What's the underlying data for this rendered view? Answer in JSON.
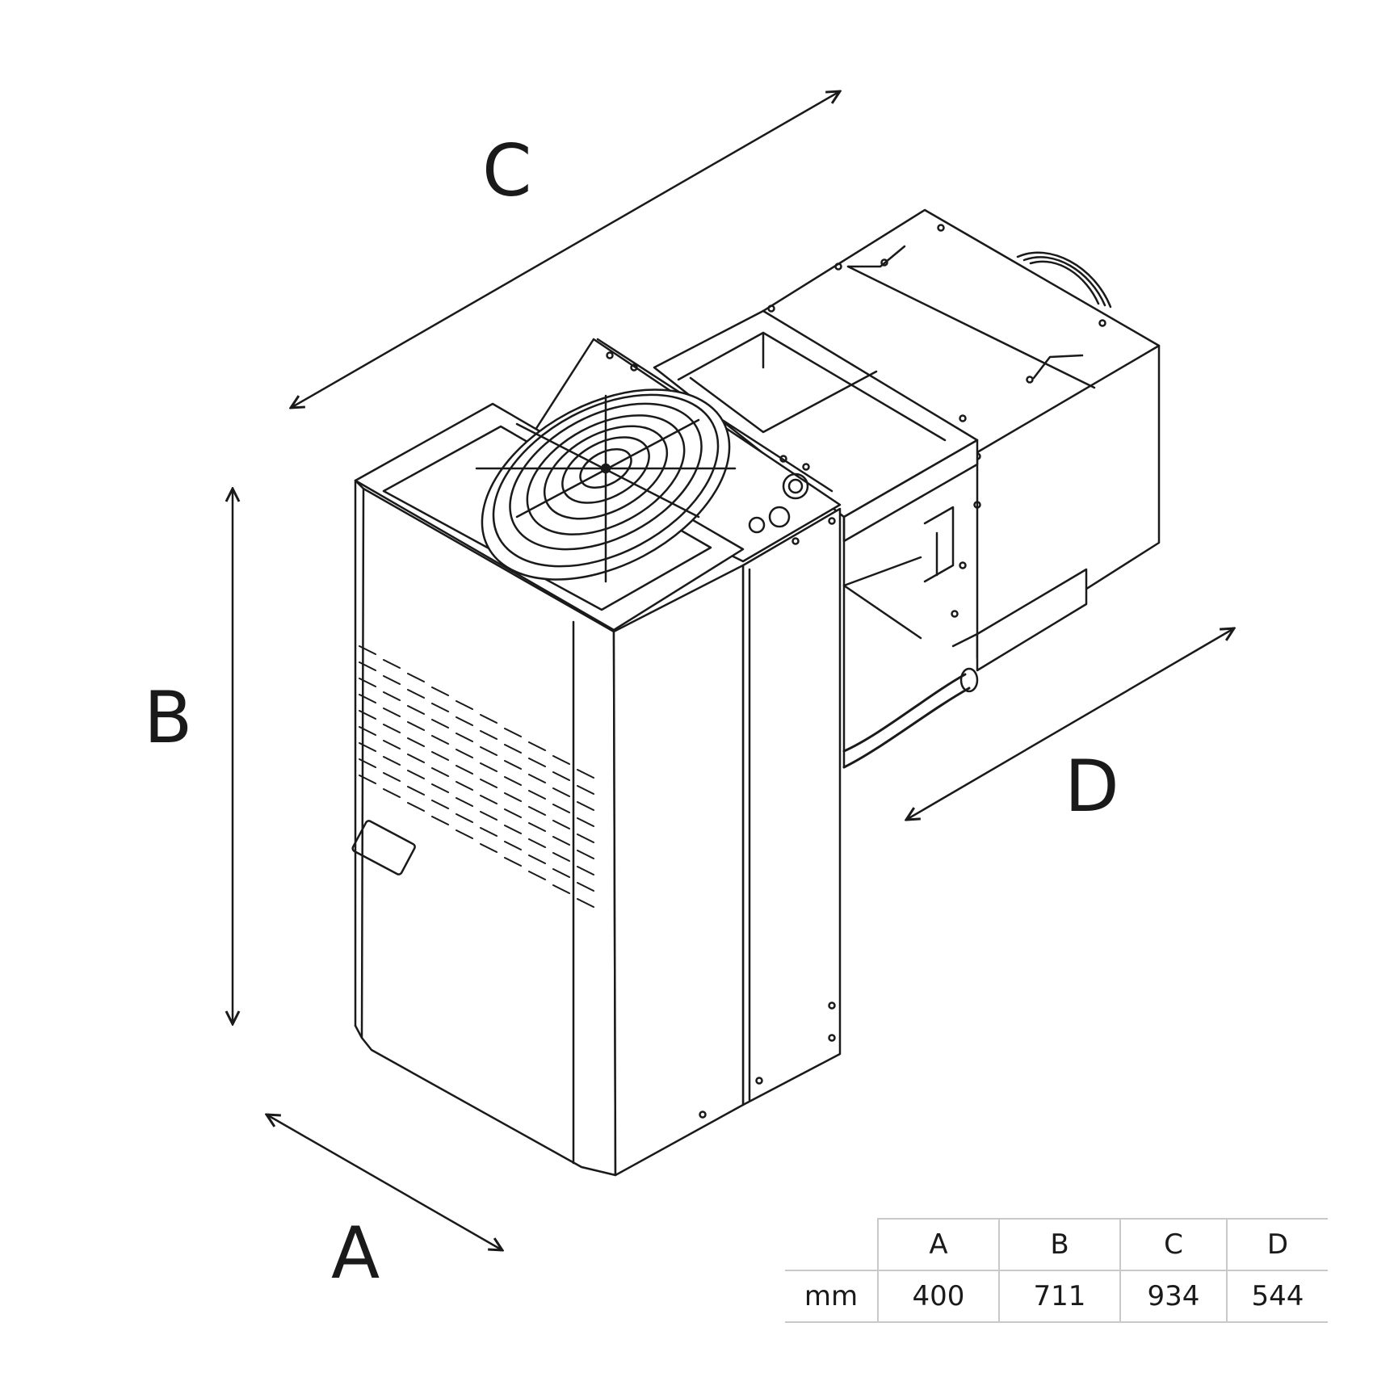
{
  "labels": {
    "a": "A",
    "b": "B",
    "c": "C",
    "d": "D"
  },
  "table": {
    "headers": [
      "",
      "A",
      "B",
      "C",
      "D"
    ],
    "row_unit": "mm",
    "values": [
      "400",
      "711",
      "934",
      "544"
    ]
  }
}
